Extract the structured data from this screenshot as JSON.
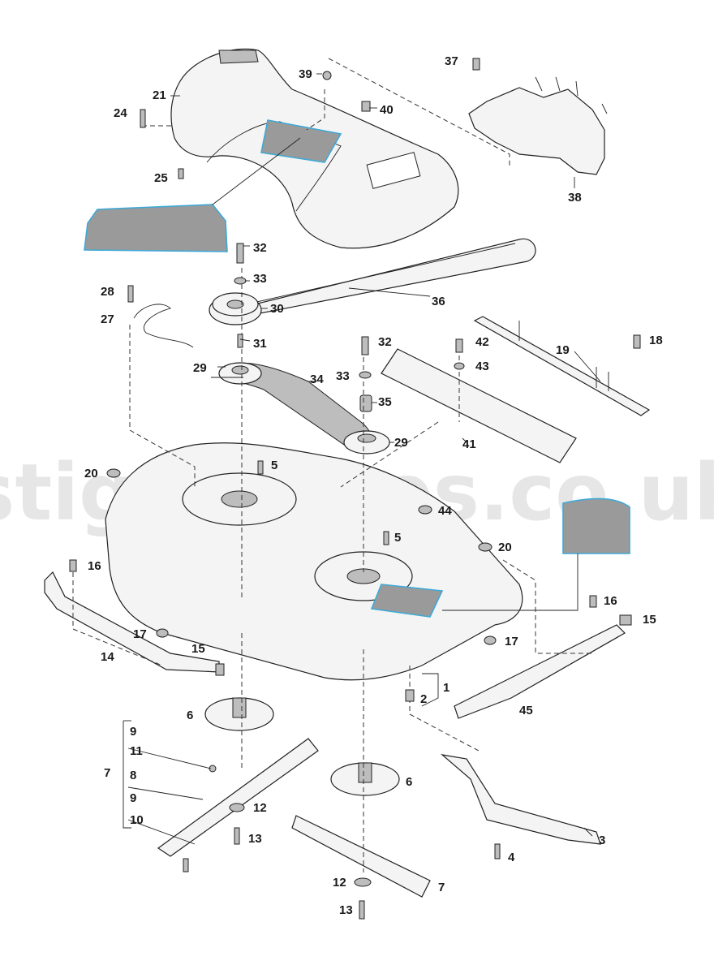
{
  "watermark": "stigaspares.co.uk",
  "labels": {
    "p1": "1",
    "p2": "2",
    "p3": "3",
    "p4": "4",
    "p5a": "5",
    "p5b": "5",
    "p6a": "6",
    "p6b": "6",
    "p7a": "7",
    "p7b": "7",
    "p8": "8",
    "p9a": "9",
    "p9b": "9",
    "p10": "10",
    "p11": "11",
    "p12a": "12",
    "p12b": "12",
    "p13a": "13",
    "p13b": "13",
    "p14": "14",
    "p15a": "15",
    "p15b": "15",
    "p16a": "16",
    "p16b": "16",
    "p17a": "17",
    "p17b": "17",
    "p18": "18",
    "p19": "19",
    "p20a": "20",
    "p20b": "20",
    "p21": "21",
    "p24": "24",
    "p25": "25",
    "p27": "27",
    "p28": "28",
    "p29a": "29",
    "p29b": "29",
    "p30": "30",
    "p31": "31",
    "p32a": "32",
    "p32b": "32",
    "p33a": "33",
    "p33b": "33",
    "p34": "34",
    "p35": "35",
    "p36": "36",
    "p37": "37",
    "p38": "38",
    "p39": "39",
    "p40": "40",
    "p41": "41",
    "p42": "42",
    "p43": "43",
    "p44": "44",
    "p45": "45"
  },
  "colors": {
    "highlight_fill": "#9a9a9a",
    "highlight_outline": "#3fa9d6",
    "watermark": "#e6e6e6"
  }
}
